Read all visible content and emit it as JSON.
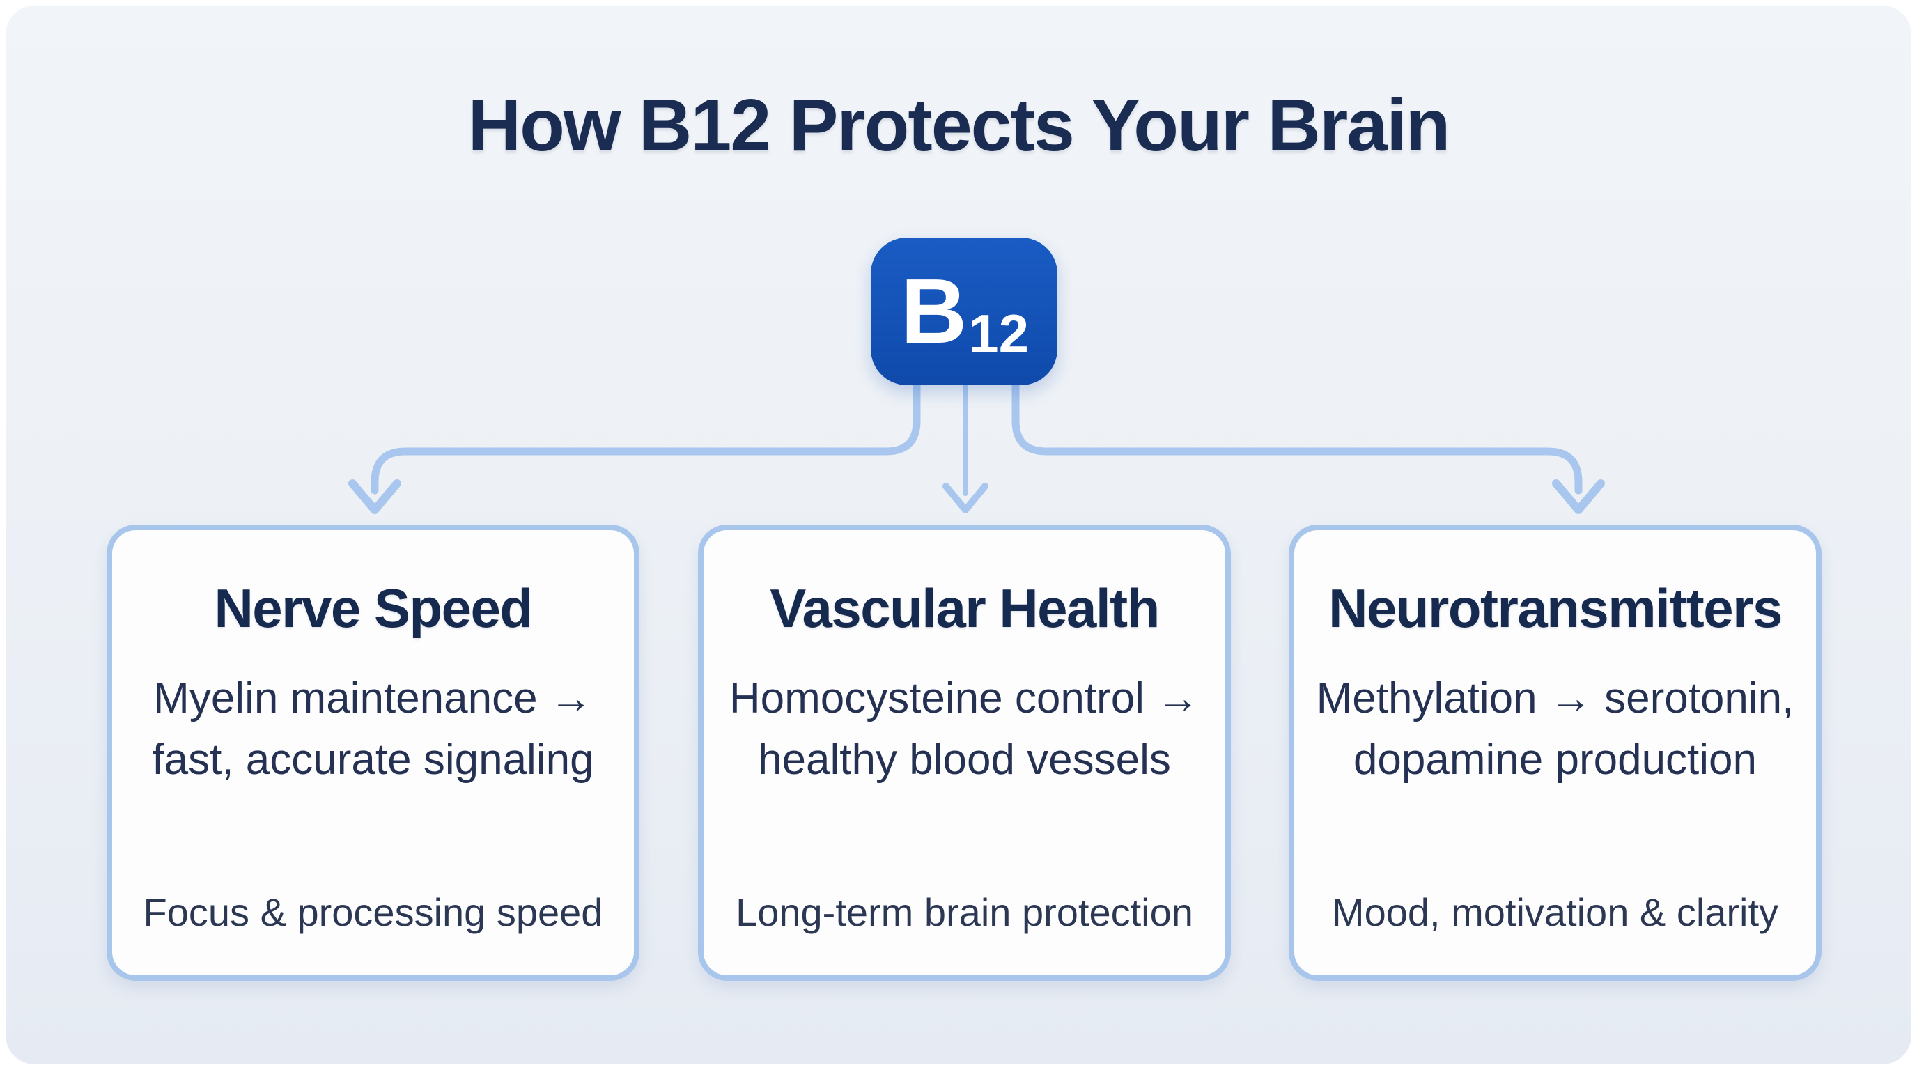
{
  "title": "How B12 Protects Your Brain",
  "badge": {
    "letter": "B",
    "subscript": "12"
  },
  "cards": [
    {
      "heading": "Nerve Speed",
      "body_line1": "Myelin maintenance →",
      "body_line2": "fast, accurate signaling",
      "footer": "Focus & processing speed"
    },
    {
      "heading": "Vascular Health",
      "body_line1": "Homocysteine control →",
      "body_line2": "healthy blood vessels",
      "footer": "Long-term brain protection"
    },
    {
      "heading": "Neurotransmitters",
      "body_line1": "Methylation → serotonin,",
      "body_line2": "dopamine production",
      "footer": "Mood, motivation & clarity"
    }
  ],
  "colors": {
    "badge_blue": "#1353b8",
    "title_navy": "#1a2c52",
    "heading_navy": "#16294e",
    "body_text": "#253152",
    "connector_blue": "#a9c7ee",
    "card_border": "#a8c6ec",
    "card_background": "#fdfdfe",
    "panel_background": "#edf1f6"
  }
}
